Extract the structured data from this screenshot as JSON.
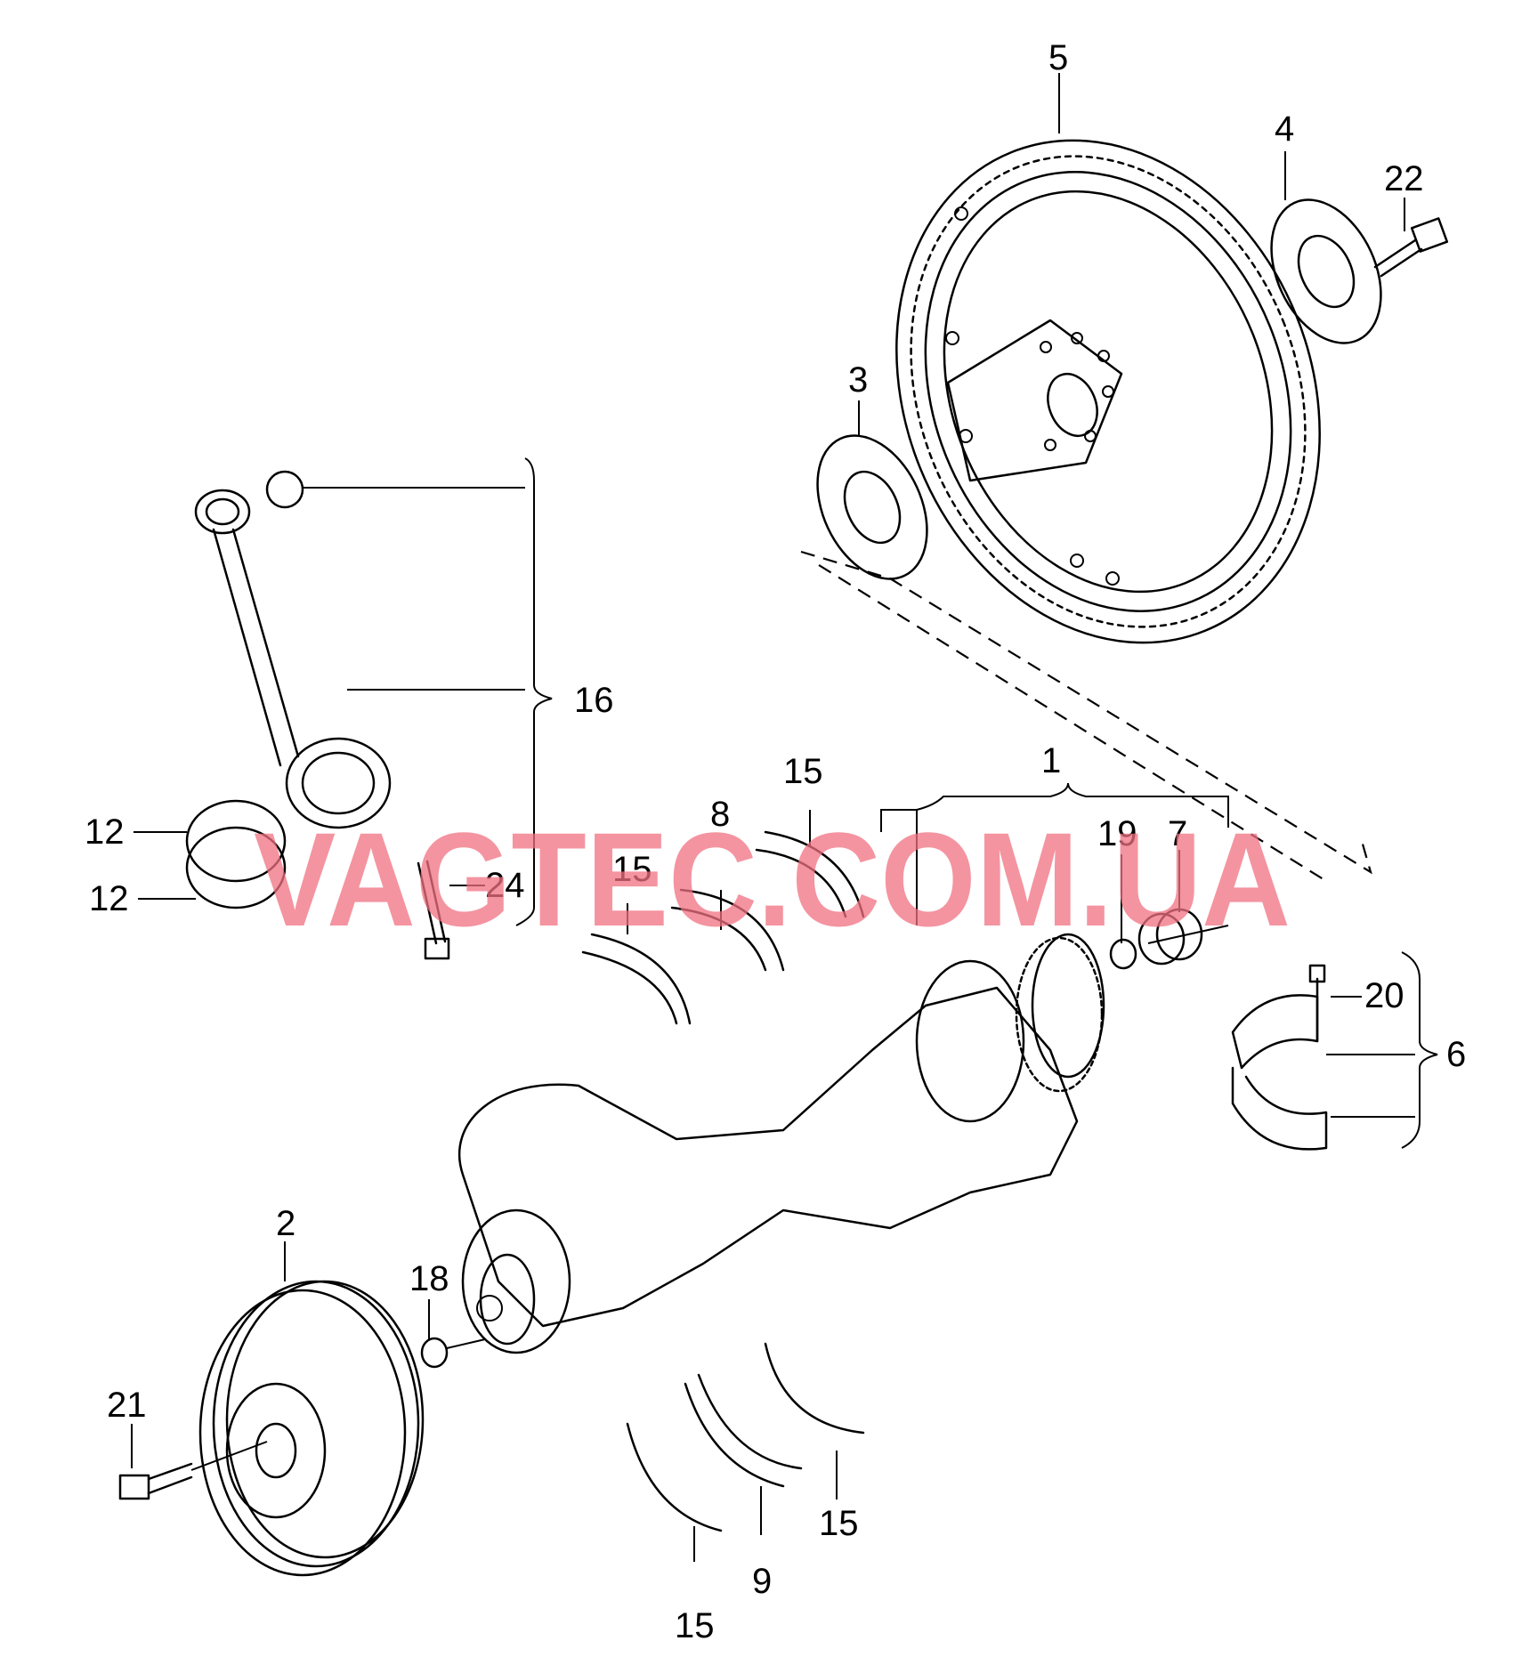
{
  "diagram": {
    "watermark": "VAGTEC.COM.UA",
    "callouts": {
      "c1": "1",
      "c2": "2",
      "c3": "3",
      "c4": "4",
      "c5": "5",
      "c6": "6",
      "c7": "7",
      "c8": "8",
      "c9": "9",
      "c12a": "12",
      "c12b": "12",
      "c15a": "15",
      "c15b": "15",
      "c15c": "15",
      "c15d": "15",
      "c16": "16",
      "c18": "18",
      "c19": "19",
      "c20": "20",
      "c21": "21",
      "c22": "22",
      "c24": "24"
    },
    "colors": {
      "line": "#000000",
      "watermark": "#f07080",
      "background": "#ffffff"
    }
  }
}
